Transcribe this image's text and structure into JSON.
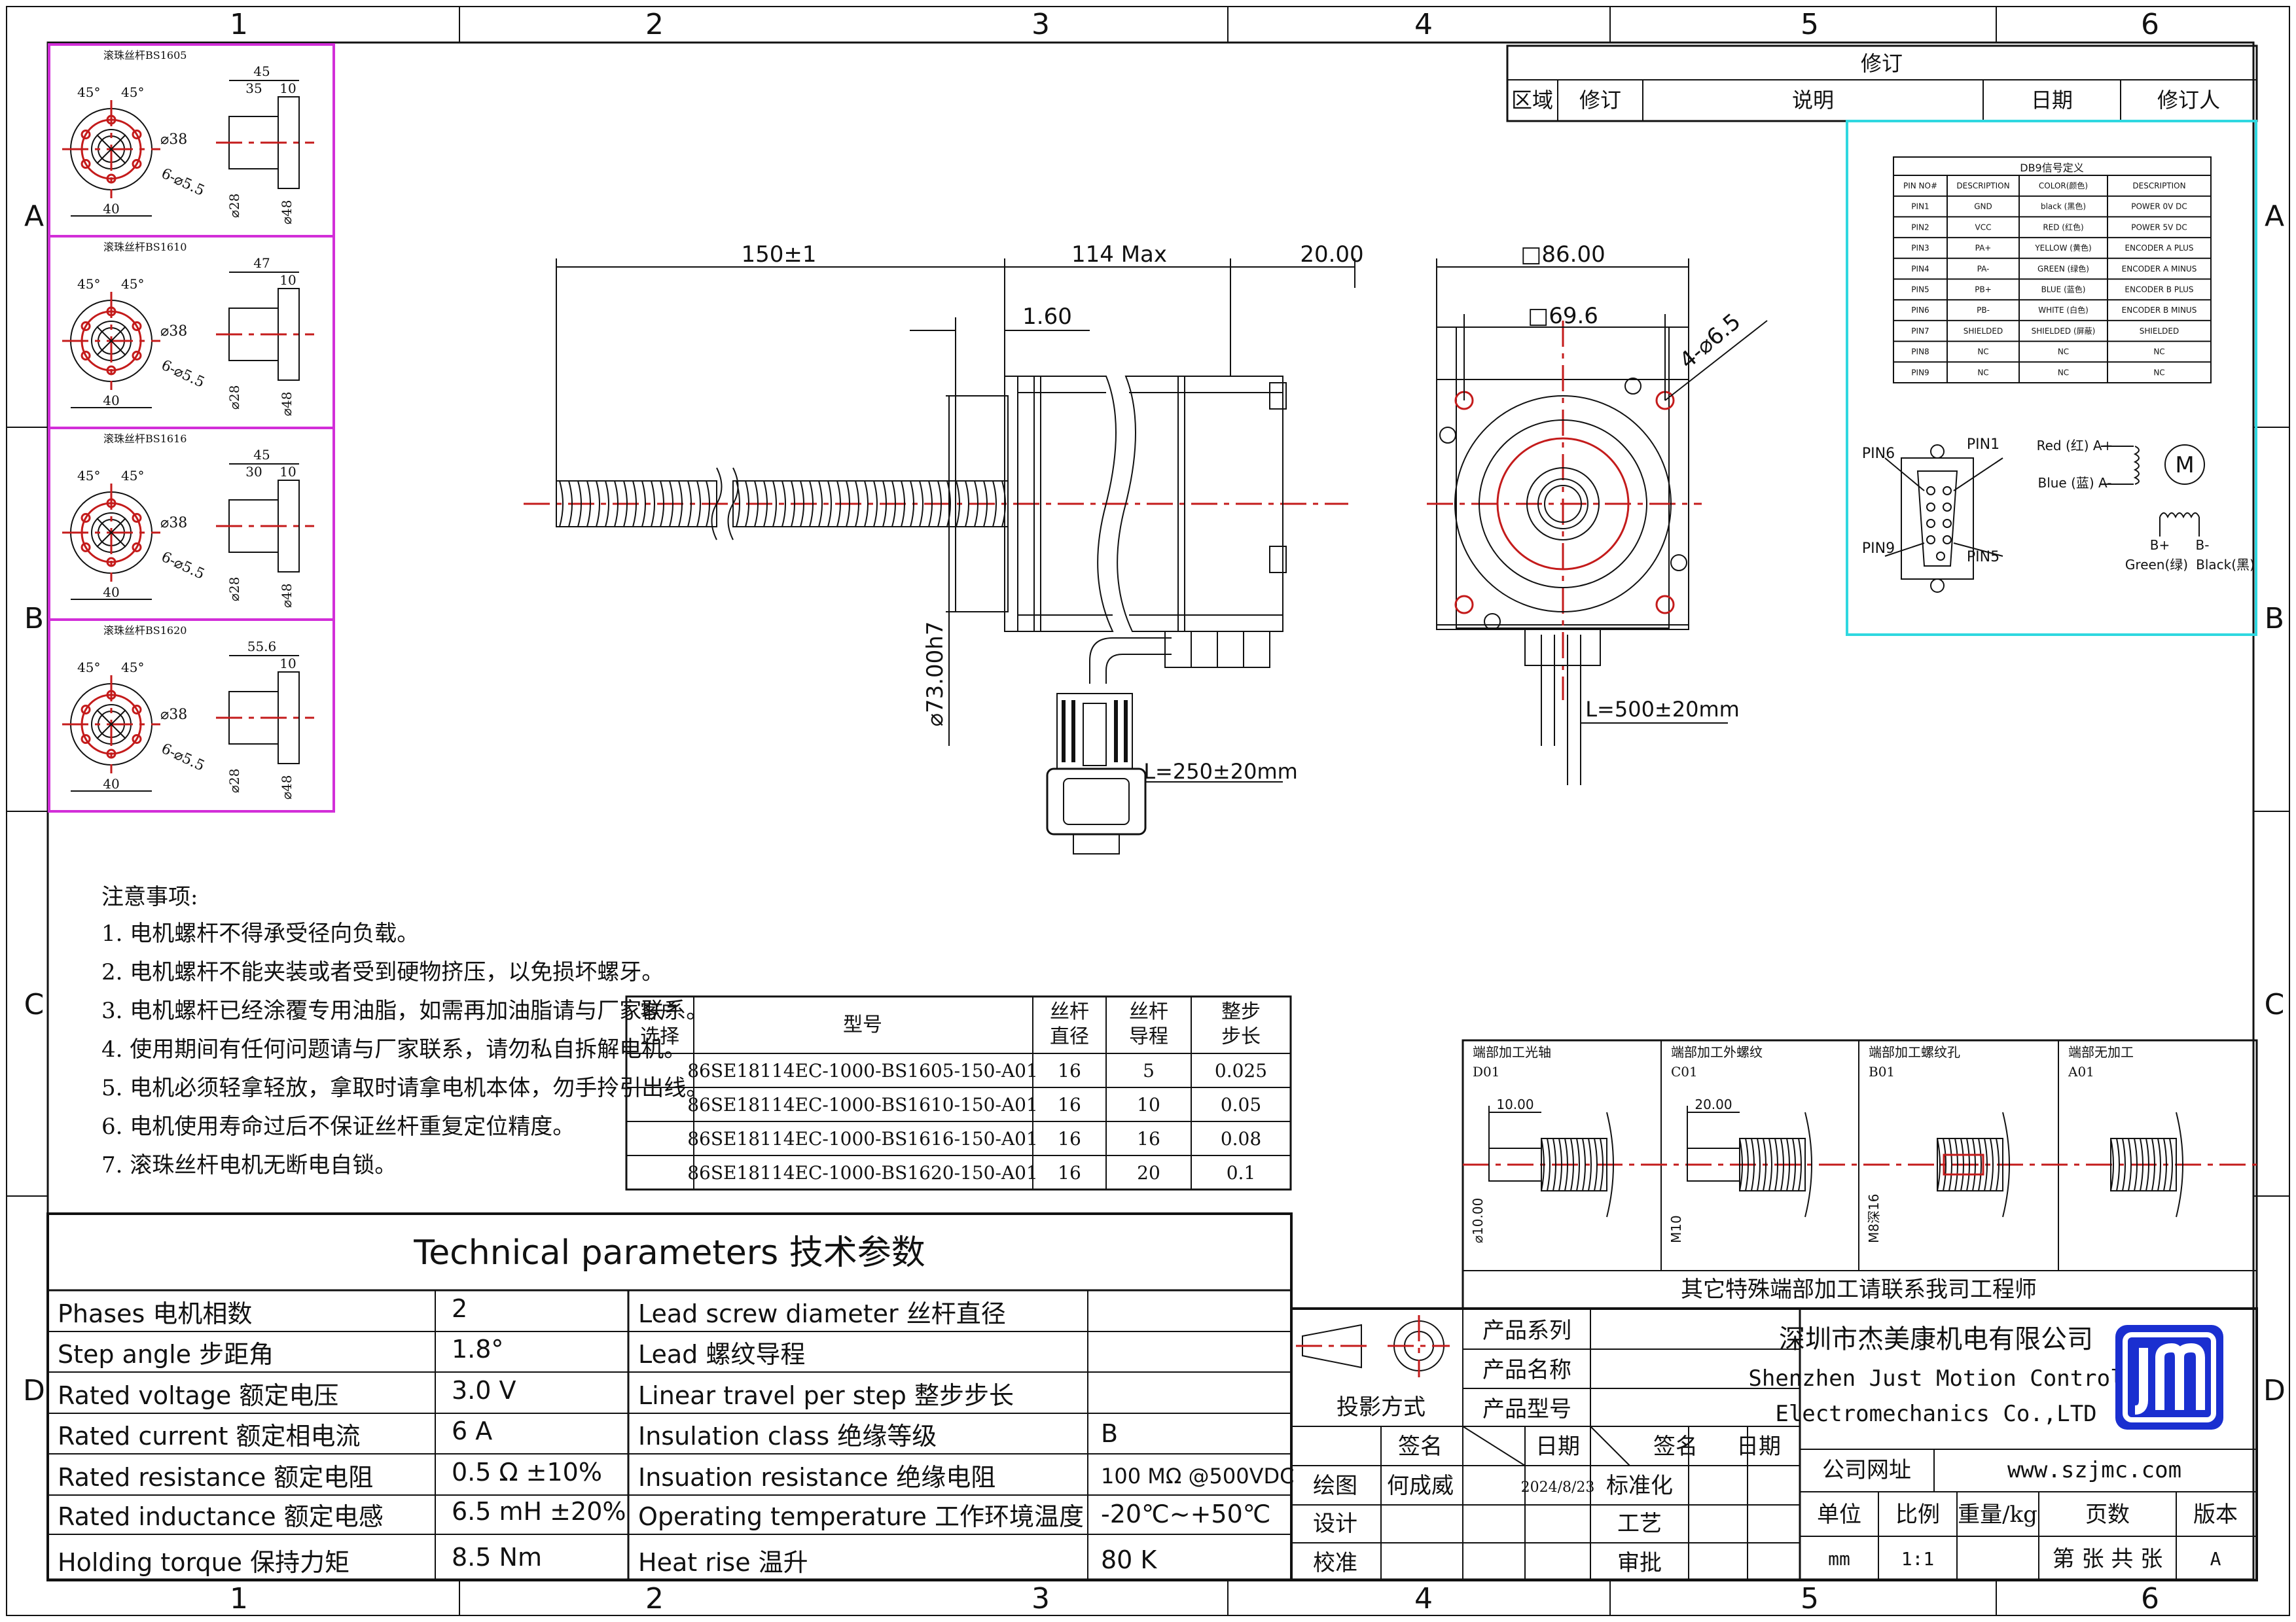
{
  "frame": {
    "col_labels": [
      "1",
      "2",
      "3",
      "4",
      "5",
      "6"
    ],
    "row_labels": [
      "A",
      "B",
      "C",
      "D"
    ]
  },
  "revision": {
    "title": "修订",
    "headers": [
      "区域",
      "修订",
      "说明",
      "日期",
      "修订人"
    ]
  },
  "ballscrews": [
    {
      "title": "滚珠丝杆BS1605",
      "len": "45",
      "sub": "35",
      "flange": "10",
      "d1": "⌀38",
      "holes": "6-⌀5.5",
      "w": "40",
      "shaft": "⌀28",
      "nut": "⌀48"
    },
    {
      "title": "滚珠丝杆BS1610",
      "len": "47",
      "sub": "",
      "flange": "10",
      "d1": "⌀38",
      "holes": "6-⌀5.5",
      "w": "40",
      "shaft": "⌀28",
      "nut": "⌀48"
    },
    {
      "title": "滚珠丝杆BS1616",
      "len": "45",
      "sub": "30",
      "flange": "10",
      "d1": "⌀38",
      "holes": "6-⌀5.5",
      "w": "40",
      "shaft": "⌀28",
      "nut": "⌀48"
    },
    {
      "title": "滚珠丝杆BS1620",
      "len": "55.6",
      "sub": "",
      "flange": "10",
      "d1": "⌀38",
      "holes": "6-⌀5.5",
      "w": "40",
      "shaft": "⌀28",
      "nut": "⌀48"
    }
  ],
  "ballscrew_angles": [
    "45°",
    "45°"
  ],
  "side_view": {
    "dim_screw": "150±1",
    "dim_body": "114 Max",
    "dim_shaft": "20.00",
    "dim_pilot": "1.60",
    "dim_dia": "⌀73.00h7",
    "cable": "L=250±20mm"
  },
  "front_view": {
    "dim_outer": "□86.00",
    "dim_inner": "□69.6",
    "dim_holes": "4-⌀6.5",
    "cable": "L=500±20mm"
  },
  "db9": {
    "title": "DB9信号定义",
    "headers": [
      "PIN NO#",
      "DESCRIPTION",
      "COLOR(颜色)",
      "DESCRIPTION"
    ],
    "rows": [
      [
        "PIN1",
        "GND",
        "black (黑色)",
        "POWER 0V DC"
      ],
      [
        "PIN2",
        "VCC",
        "RED (红色)",
        "POWER 5V DC"
      ],
      [
        "PIN3",
        "PA+",
        "YELLOW (黄色)",
        "ENCODER A PLUS"
      ],
      [
        "PIN4",
        "PA-",
        "GREEN (绿色)",
        "ENCODER A MINUS"
      ],
      [
        "PIN5",
        "PB+",
        "BLUE (蓝色)",
        "ENCODER B PLUS"
      ],
      [
        "PIN6",
        "PB-",
        "WHITE (白色)",
        "ENCODER B MINUS"
      ],
      [
        "PIN7",
        "SHIELDED",
        "SHIELDED (屏蔽)",
        "SHIELDED"
      ],
      [
        "PIN8",
        "NC",
        "NC",
        "NC"
      ],
      [
        "PIN9",
        "NC",
        "NC",
        "NC"
      ]
    ],
    "pins": [
      "PIN6",
      "PIN1",
      "PIN9",
      "PIN5"
    ],
    "wires": [
      "Red (红) A+",
      "Blue (蓝) A-",
      "B+",
      "B-",
      "Green(绿)",
      "Black(黑)"
    ],
    "motor": "M"
  },
  "notes": {
    "title": "注意事项:",
    "items": [
      "1. 电机螺杆不得承受径向负载。",
      "2. 电机螺杆不能夹装或者受到硬物挤压，以免损坏螺牙。",
      "3. 电机螺杆已经涂覆专用油脂，如需再加油脂请与厂家联系。",
      "4. 使用期间有任何问题请与厂家联系，请勿私自拆解电机。",
      "5. 电机必须轻拿轻放，拿取时请拿电机本体，勿手拎引出线。",
      "6. 电机使用寿命过后不保证丝杆重复定位精度。",
      "7. 滚珠丝杆电机无断电自锁。"
    ]
  },
  "models": {
    "headers": [
      "客户\n选择",
      "型号",
      "丝杆\n直径",
      "丝杆\n导程",
      "整步\n步长"
    ],
    "h1a": "客户",
    "h1b": "选择",
    "h2": "型号",
    "h3a": "丝杆",
    "h3b": "直径",
    "h4a": "丝杆",
    "h4b": "导程",
    "h5a": "整步",
    "h5b": "步长",
    "rows": [
      [
        "",
        "86SE18114EC-1000-BS1605-150-A01",
        "16",
        "5",
        "0.025"
      ],
      [
        "",
        "86SE18114EC-1000-BS1610-150-A01",
        "16",
        "10",
        "0.05"
      ],
      [
        "",
        "86SE18114EC-1000-BS1616-150-A01",
        "16",
        "16",
        "0.08"
      ],
      [
        "",
        "86SE18114EC-1000-BS1620-150-A01",
        "16",
        "20",
        "0.1"
      ]
    ]
  },
  "ends": {
    "panels": [
      {
        "title": "端部加工光轴",
        "code": "D01",
        "dim": "10.00",
        "dia": "⌀10.00"
      },
      {
        "title": "端部加工外螺纹",
        "code": "C01",
        "dim": "20.00",
        "dia": "M10"
      },
      {
        "title": "端部加工螺纹孔",
        "code": "B01",
        "dim": "",
        "dia": "M8深16"
      },
      {
        "title": "端部无加工",
        "code": "A01",
        "dim": "",
        "dia": ""
      }
    ],
    "footer": "其它特殊端部加工请联系我司工程师"
  },
  "tech": {
    "title": "Technical parameters 技术参数",
    "left": [
      {
        "label": "Phases 电机相数",
        "value": "2"
      },
      {
        "label": "Step angle 步距角",
        "value": "1.8°"
      },
      {
        "label": "Rated voltage 额定电压",
        "value": "3.0 V"
      },
      {
        "label": "Rated current 额定相电流",
        "value": "6 A"
      },
      {
        "label": "Rated resistance 额定电阻",
        "value": "0.5 Ω ±10%"
      },
      {
        "label": "Rated inductance 额定电感",
        "value": "6.5 mH ±20%"
      },
      {
        "label": "Holding torque 保持力矩",
        "value": "8.5 Nm"
      }
    ],
    "right": [
      {
        "label": "Lead screw diameter 丝杆直径",
        "value": ""
      },
      {
        "label": "Lead 螺纹导程",
        "value": ""
      },
      {
        "label": "Linear travel per step 整步步长",
        "value": ""
      },
      {
        "label": "Insulation class 绝缘等级",
        "value": "B"
      },
      {
        "label": "Insuation resistance 绝缘电阻",
        "value": "100 MΩ @500VDC"
      },
      {
        "label": "Operating temperature 工作环境温度",
        "value": "-20℃~+50℃"
      },
      {
        "label": "Heat rise 温升",
        "value": "80 K"
      }
    ]
  },
  "title_block": {
    "projection": "投影方式",
    "series": "产品系列",
    "name": "产品名称",
    "model": "产品型号",
    "sign": "签名",
    "date": "日期",
    "draw": "绘图",
    "drawer": "何成威",
    "draw_date": "2024/8/23",
    "design": "设计",
    "check": "校准",
    "standard": "标准化",
    "process": "工艺",
    "approve": "审批",
    "company_cn": "深圳市杰美康机电有限公司",
    "company_en1": "Shenzhen Just Motion Control",
    "company_en2": "Electromechanics Co.,LTD",
    "website_label": "公司网址",
    "website": "www.szjmc.com",
    "unit": "单位",
    "scale": "比例",
    "weight": "重量/kg",
    "pages": "页数",
    "version": "版本",
    "unit_v": "mm",
    "scale_v": "1:1",
    "pages_v": "第 张 共 张",
    "version_v": "A",
    "logo_color": "#1a2fd0"
  }
}
